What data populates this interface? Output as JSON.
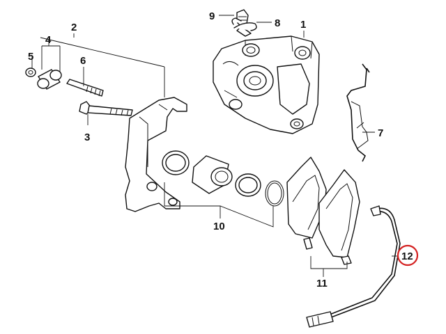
{
  "diagram": {
    "labels": {
      "n1": "1",
      "n2": "2",
      "n3": "3",
      "n4": "4",
      "n5": "5",
      "n6": "6",
      "n7": "7",
      "n8": "8",
      "n9": "9",
      "n10": "10",
      "n11": "11",
      "n12": "12"
    },
    "highlight_color": "#d42020"
  }
}
